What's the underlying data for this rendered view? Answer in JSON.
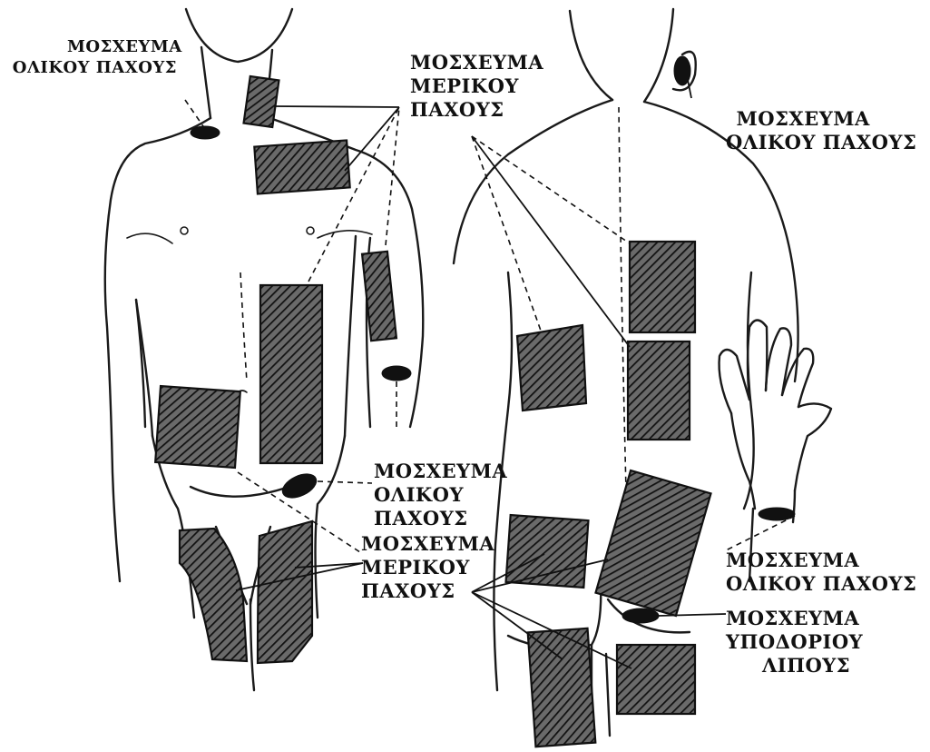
{
  "labels": {
    "full_neck": [
      "ΜΟΣΧΕΥΜΑ",
      "ΟΛΙΚΟΥ ΠΑΧΟΥΣ"
    ],
    "partial_top": [
      "ΜΟΣΧΕΥΜΑ",
      "ΜΕΡΙΚΟΥ",
      "ΠΑΧΟΥΣ"
    ],
    "full_ear": [
      "ΜΟΣΧΕΥΜΑ",
      "ΟΛΙΚΟΥ ΠΑΧΟΥΣ"
    ],
    "full_groin": [
      "ΜΟΣΧΕΥΜΑ",
      "ΟΛΙΚΟΥ",
      "ΠΑΧΟΥΣ"
    ],
    "partial_mid": [
      "ΜΟΣΧΕΥΜΑ",
      "ΜΕΡΙΚΟΥ",
      "ΠΑΧΟΥΣ"
    ],
    "full_wrist": [
      "ΜΟΣΧΕΥΜΑ",
      "ΟΛΙΚΟΥ ΠΑΧΟΥΣ"
    ],
    "subcutaneous": [
      "ΜΟΣΧΕΥΜΑ",
      "ΥΠΟΔΟΡΙΟΥ",
      "ΛΙΠΟΥΣ"
    ]
  }
}
